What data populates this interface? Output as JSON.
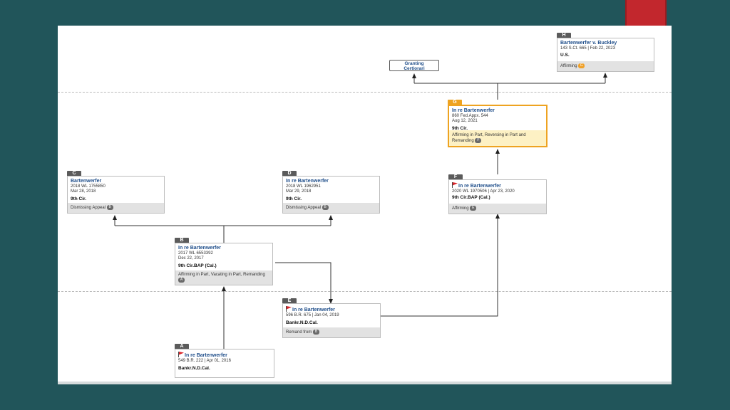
{
  "nodes": {
    "A": {
      "label": "A",
      "flag": true,
      "title": "In re Bartenwerfer",
      "cite": "549 B.R. 222   |   Apr 01, 2016",
      "court": "Bankr.N.D.Cal.",
      "history": "",
      "ref": ""
    },
    "B": {
      "label": "B",
      "flag": false,
      "title": "In re Bartenwerfer",
      "cite": "2017 WL 6553392",
      "date": "Dec 22, 2017",
      "court": "9th Cir.BAP (Cal.)",
      "history": "Affirming in Part, Vacating in Part, Remanding",
      "ref": "A"
    },
    "C": {
      "label": "C",
      "flag": false,
      "title": "Bartenwerfer",
      "cite": "2018 WL 1755850",
      "date": "Mar 28, 2018",
      "court": "9th Cir.",
      "history": "Dismissing Appeal",
      "ref": "B"
    },
    "D": {
      "label": "D",
      "flag": false,
      "title": "In re Bartenwerfer",
      "cite": "2018 WL 1962951",
      "date": "Mar 29, 2018",
      "court": "9th Cir.",
      "history": "Dismissing Appeal",
      "ref": "B"
    },
    "E": {
      "label": "E",
      "flag": true,
      "title": "In re Bartenwerfer",
      "cite": "596 B.R. 675   |   Jan 04, 2019",
      "court": "Bankr.N.D.Cal.",
      "history": "Remand from",
      "ref": "B"
    },
    "F": {
      "label": "F",
      "flag": true,
      "title": "In re Bartenwerfer",
      "cite": "2020 WL 1970506   |   Apr 23, 2020",
      "court": "9th Cir.BAP (Cal.)",
      "history": "Affirming",
      "ref": "E"
    },
    "G": {
      "label": "G",
      "flag": false,
      "title": "In re Bartenwerfer",
      "cite": "860 Fed.Appx. 544",
      "date": "Aug 12, 2021",
      "court": "9th Cir.",
      "history": "Affirming in Part, Reversing in Part and Remanding",
      "ref": "F"
    },
    "H": {
      "label": "H",
      "flag": false,
      "title": "Bartenwerfer v. Buckley",
      "cite": "143 S.Ct. 665   |   Feb 22, 2023",
      "court": "U.S.",
      "history": "Affirming",
      "ref": "G"
    }
  },
  "certiorari": {
    "line1": "Granting",
    "line2": "Certiorari"
  },
  "colors": {
    "background": "#21555a",
    "accent": "#c2272d",
    "highlight": "#eea321",
    "title_blue": "#1f4e8a",
    "flag_red": "#d9262b"
  }
}
